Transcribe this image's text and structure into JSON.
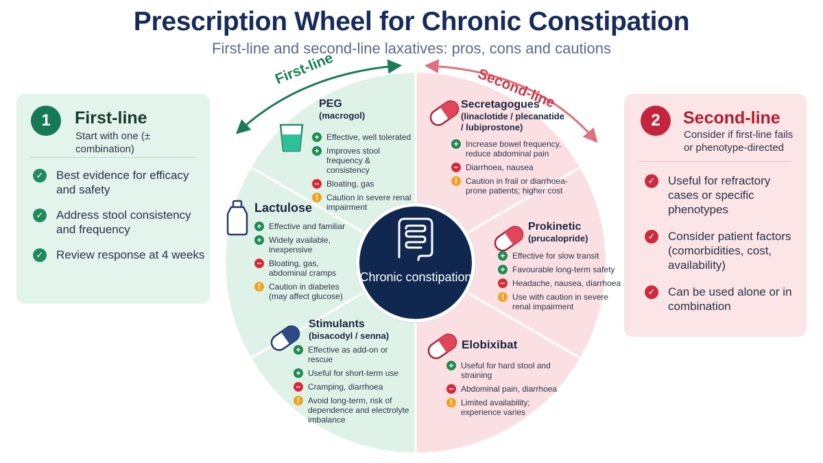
{
  "title": "Prescription Wheel for Chronic Constipation",
  "subtitle": "First-line and second-line laxatives: pros, cons and cautions",
  "colors": {
    "first_line": "#1f8a5c",
    "first_line_fill": "#dff2e8",
    "second_line": "#cd2a40",
    "second_line_fill": "#fbe0e3",
    "center": "#102850",
    "pro": "#1e8a54",
    "con": "#d42a3a",
    "caution": "#f0a21f"
  },
  "arc_labels": {
    "first": "First-line",
    "second": "Second-line"
  },
  "center": {
    "label": "Chronic constipation",
    "icon": "intestine-icon"
  },
  "left_panel": {
    "number": "1",
    "heading": "First-line",
    "description": "Start with one (± combination)",
    "items": [
      "Best evidence for efficacy and safety",
      "Address stool consistency and frequency",
      "Review response at 4 weeks"
    ]
  },
  "right_panel": {
    "number": "2",
    "heading": "Second-line",
    "description": "Consider if first-line fails or phenotype-directed",
    "items": [
      "Useful for refractory cases or specific phenotypes",
      "Consider patient factors (comorbidities, cost, availability)",
      "Can be used alone or in combination"
    ]
  },
  "segments": {
    "peg": {
      "title": "PEG",
      "subtitle": "(macrogol)",
      "icon": "glass-icon",
      "items": [
        {
          "type": "pro",
          "text": "Effective, well tolerated"
        },
        {
          "type": "pro",
          "text": "Improves stool frequency & consistency"
        },
        {
          "type": "con",
          "text": "Bloating, gas"
        },
        {
          "type": "caution",
          "text": "Caution in severe renal impairment"
        }
      ]
    },
    "lactulose": {
      "title": "Lactulose",
      "subtitle": "",
      "icon": "bottle-icon",
      "items": [
        {
          "type": "pro",
          "text": "Effective and familiar"
        },
        {
          "type": "pro",
          "text": "Widely available, inexpensive"
        },
        {
          "type": "con",
          "text": "Bloating, gas, abdominal cramps"
        },
        {
          "type": "caution",
          "text": "Caution in diabetes (may affect glucose)"
        }
      ]
    },
    "stimulants": {
      "title": "Stimulants",
      "subtitle": "(bisacodyl / senna)",
      "icon": "capsule-icon",
      "items": [
        {
          "type": "pro",
          "text": "Effective as add-on or rescue"
        },
        {
          "type": "pro",
          "text": "Useful for short-term use"
        },
        {
          "type": "con",
          "text": "Cramping, diarrhoea"
        },
        {
          "type": "caution",
          "text": "Avoid long-term, risk of dependence and electrolyte imbalance"
        }
      ]
    },
    "secretagogues": {
      "title": "Secretagogues",
      "subtitle": "(linaclotide / plecanatide / lubiprostone)",
      "icon": "capsule-icon",
      "items": [
        {
          "type": "pro",
          "text": "Increase bowel frequency, reduce abdominal pain"
        },
        {
          "type": "con",
          "text": "Diarrhoea, nausea"
        },
        {
          "type": "caution",
          "text": "Caution in frail or diarrhoea-prone patients; higher cost"
        }
      ]
    },
    "prokinetic": {
      "title": "Prokinetic",
      "subtitle": "(prucalopride)",
      "icon": "capsule-icon",
      "items": [
        {
          "type": "pro",
          "text": "Effective for slow transit"
        },
        {
          "type": "pro",
          "text": "Favourable long-term safety"
        },
        {
          "type": "con",
          "text": "Headache, nausea, diarrhoea"
        },
        {
          "type": "caution",
          "text": "Use with caution in severe renal impairment"
        }
      ]
    },
    "elobixibat": {
      "title": "Elobixibat",
      "subtitle": "",
      "icon": "capsule-icon",
      "items": [
        {
          "type": "pro",
          "text": "Useful for hard stool and straining"
        },
        {
          "type": "con",
          "text": "Abdominal pain, diarrhoea"
        },
        {
          "type": "caution",
          "text": "Limited availability; experience varies"
        }
      ]
    }
  }
}
